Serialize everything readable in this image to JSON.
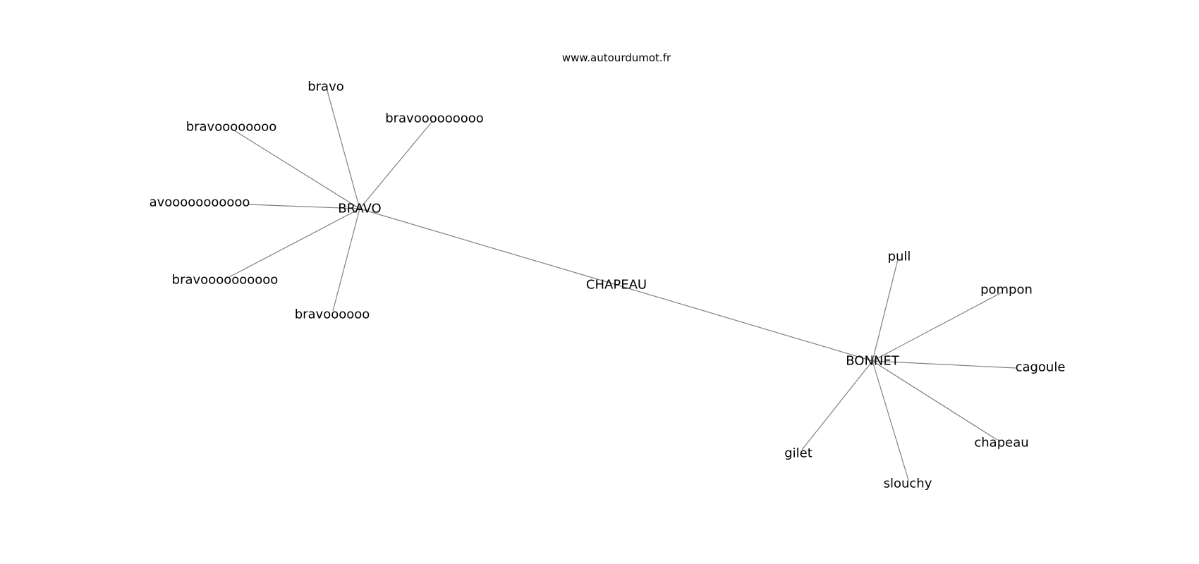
{
  "watermark": "www.autourdumot.fr",
  "nodes": [
    {
      "id": "chapeau_hub",
      "label": "CHAPEAU",
      "type": "hub"
    },
    {
      "id": "bravo_hub",
      "label": "BRAVO",
      "type": "hub"
    },
    {
      "id": "bonnet_hub",
      "label": "BONNET",
      "type": "hub"
    },
    {
      "id": "bravo",
      "label": "bravo",
      "type": "leaf"
    },
    {
      "id": "bravooooooooo",
      "label": "bravooooooooo",
      "type": "leaf"
    },
    {
      "id": "bravoooooooo",
      "label": "bravoooooooo",
      "type": "leaf"
    },
    {
      "id": "avooooooooooo",
      "label": "avooooooooooo",
      "type": "leaf"
    },
    {
      "id": "bravoooooooooo",
      "label": "bravoooooooooo",
      "type": "leaf"
    },
    {
      "id": "bravoooooo",
      "label": "bravoooooo",
      "type": "leaf"
    },
    {
      "id": "pull",
      "label": "pull",
      "type": "leaf"
    },
    {
      "id": "pompon",
      "label": "pompon",
      "type": "leaf"
    },
    {
      "id": "cagoule",
      "label": "cagoule",
      "type": "leaf"
    },
    {
      "id": "chapeau",
      "label": "chapeau",
      "type": "leaf"
    },
    {
      "id": "slouchy",
      "label": "slouchy",
      "type": "leaf"
    },
    {
      "id": "gilet",
      "label": "gilet",
      "type": "leaf"
    }
  ],
  "edges": [
    [
      "bravo_hub",
      "chapeau_hub"
    ],
    [
      "chapeau_hub",
      "bonnet_hub"
    ],
    [
      "bravo_hub",
      "bravo"
    ],
    [
      "bravo_hub",
      "bravooooooooo"
    ],
    [
      "bravo_hub",
      "bravoooooooo"
    ],
    [
      "bravo_hub",
      "avooooooooooo"
    ],
    [
      "bravo_hub",
      "bravoooooooooo"
    ],
    [
      "bravo_hub",
      "bravoooooo"
    ],
    [
      "bonnet_hub",
      "pull"
    ],
    [
      "bonnet_hub",
      "pompon"
    ],
    [
      "bonnet_hub",
      "cagoule"
    ],
    [
      "bonnet_hub",
      "chapeau"
    ],
    [
      "bonnet_hub",
      "slouchy"
    ],
    [
      "bonnet_hub",
      "gilet"
    ]
  ]
}
